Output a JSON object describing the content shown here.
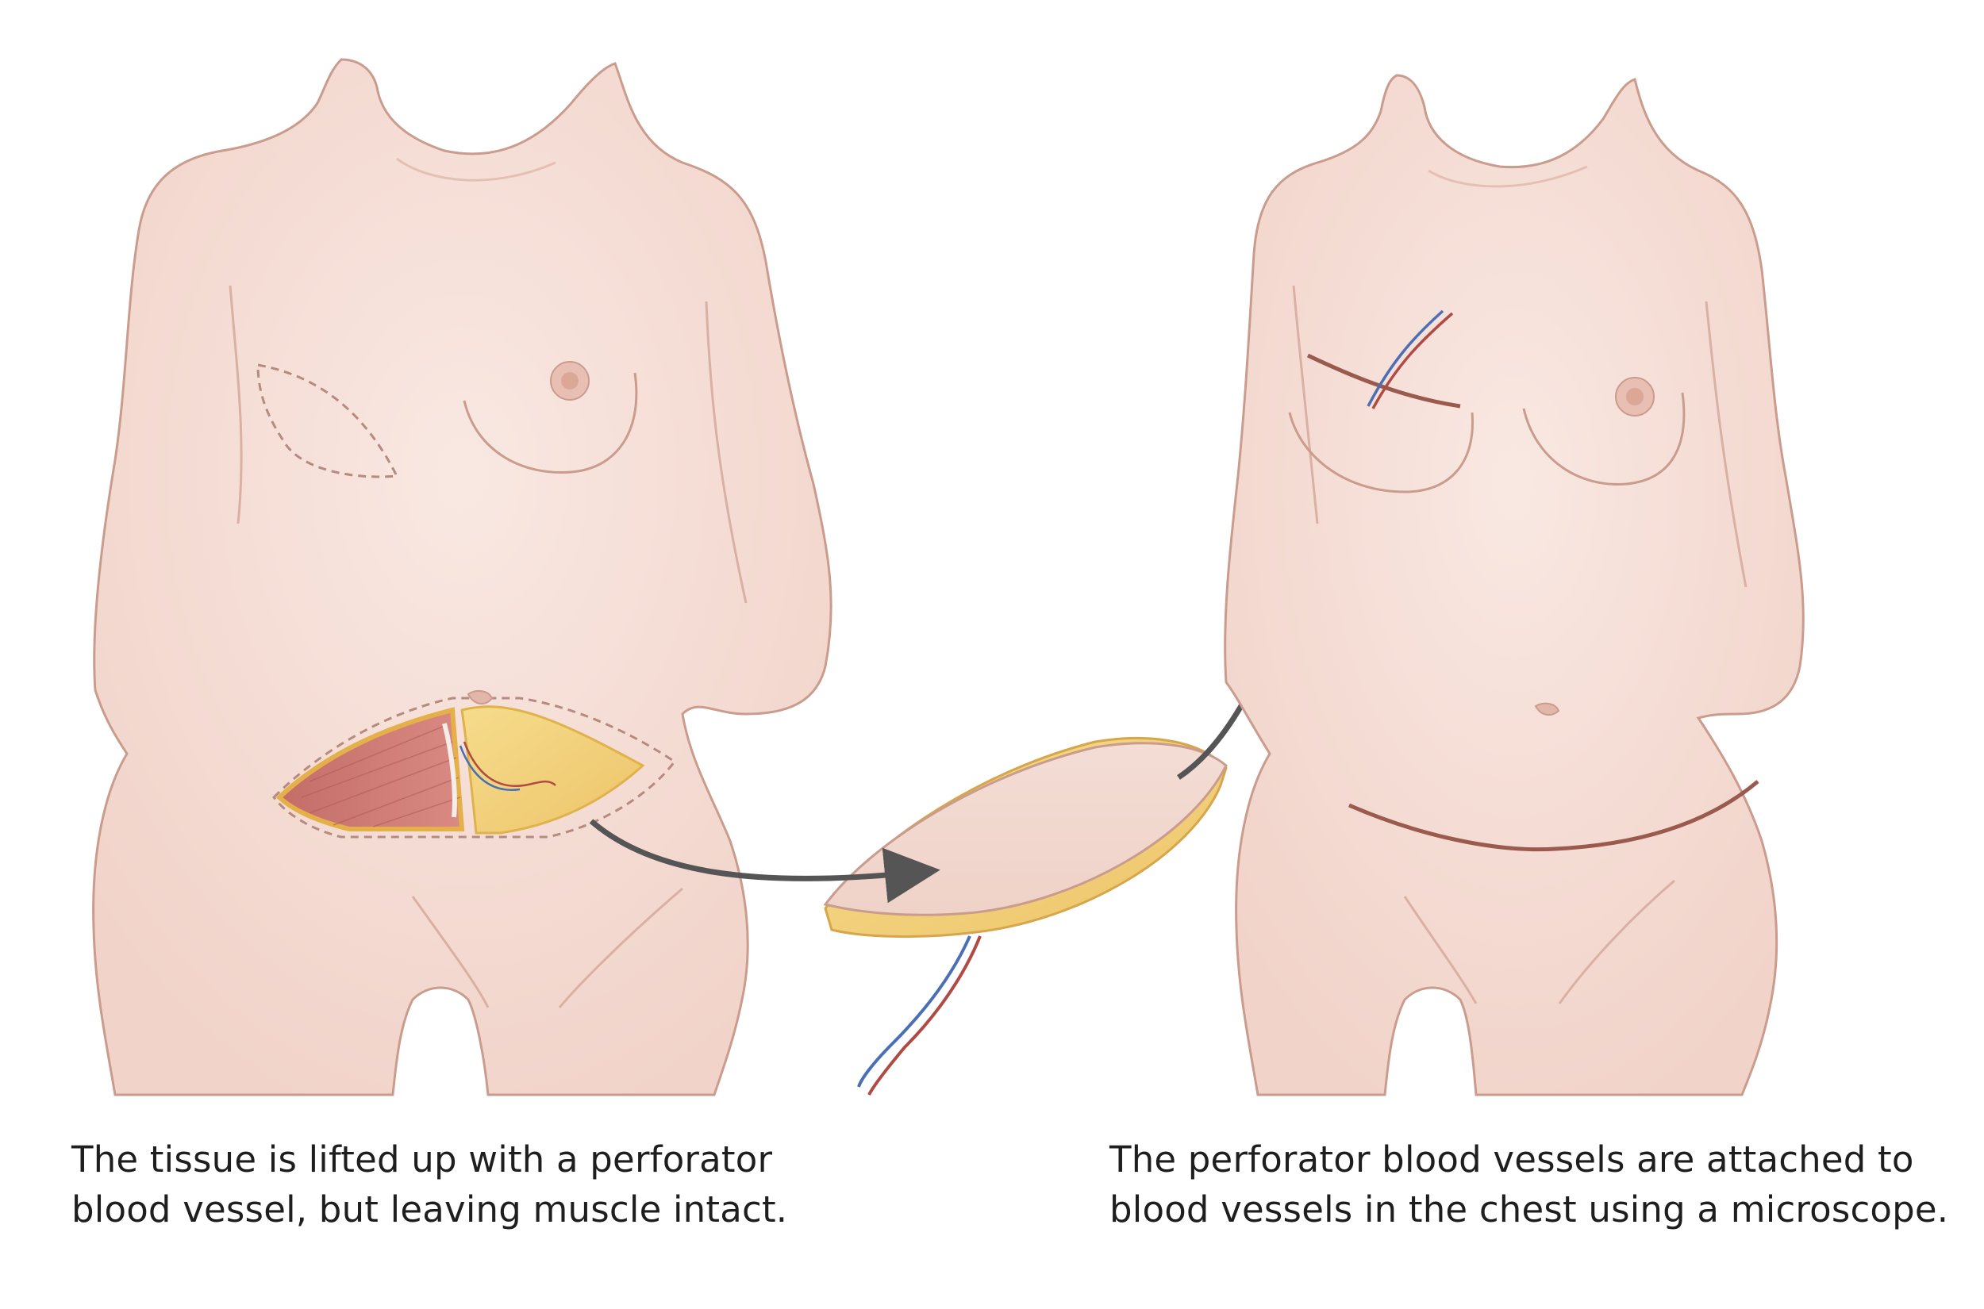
{
  "colors": {
    "skin": "#f6e0d9",
    "skin_shade": "#e9c3b8",
    "outline": "#c99c8e",
    "fat": "#f2d27a",
    "fat_dark": "#e0b24b",
    "muscle": "#c9706a",
    "vessel_red": "#b04a44",
    "vessel_blue": "#4a6fb5",
    "scar": "#9a5a4e",
    "arrow": "#555555",
    "text": "#1e1e1e"
  },
  "captions": {
    "left": {
      "line1": "The tissue is lifted up with a perforator",
      "line2": "blood vessel, but leaving muscle intact."
    },
    "right": {
      "line1": "The perforator blood vessels are attached to",
      "line2": "blood vessels in the chest using a microscope."
    }
  }
}
